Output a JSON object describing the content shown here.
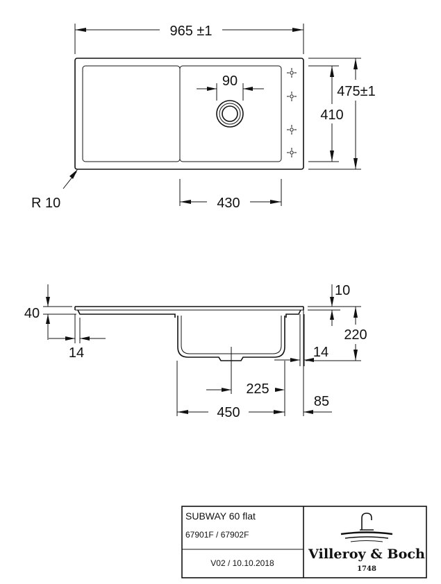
{
  "top_view": {
    "overall_width": "965 ±1",
    "bowl_width": "430",
    "drain_diameter": "90",
    "overall_depth": "475±1",
    "bowl_depth": "410",
    "corner_radius": "R 10"
  },
  "side_view": {
    "rim_height": "40",
    "lip_offset": "14",
    "rim_thickness": "10",
    "bowl_height": "220",
    "wall_thickness": "14",
    "drain_offset": "225",
    "bowl_length": "450",
    "end_offset": "85"
  },
  "title_block": {
    "product_name": "SUBWAY 60 flat",
    "article_numbers": "67901F / 67902F",
    "version": "V02 / 10.10.2018",
    "brand": "Villeroy & Boch",
    "brand_year": "1748"
  }
}
